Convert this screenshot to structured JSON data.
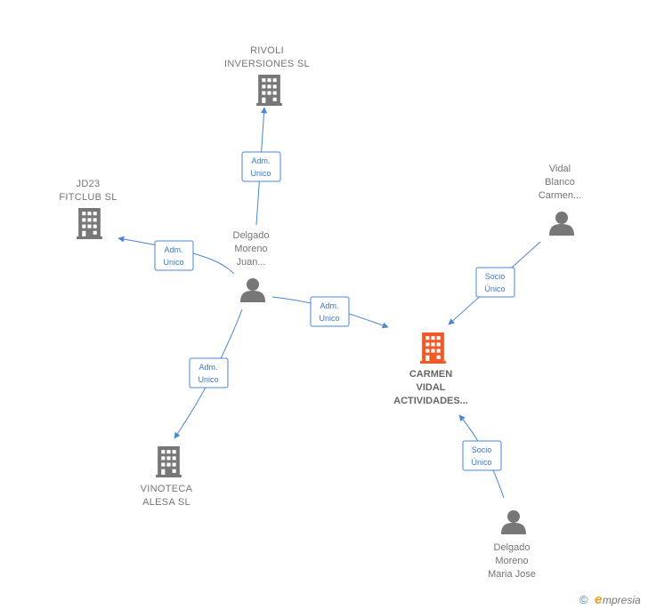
{
  "nodes": {
    "rivoli": {
      "type": "company",
      "lines": [
        "RIVOLI",
        "INVERSIONES SL"
      ]
    },
    "jd23": {
      "type": "company",
      "lines": [
        "JD23",
        "FITCLUB  SL"
      ]
    },
    "delgado_juan": {
      "type": "person",
      "lines": [
        "Delgado",
        "Moreno",
        "Juan..."
      ]
    },
    "vidal_blanco": {
      "type": "person",
      "lines": [
        "Vidal",
        "Blanco",
        "Carmen..."
      ]
    },
    "carmen_vidal": {
      "type": "company-focus",
      "lines": [
        "CARMEN",
        "VIDAL",
        "ACTIVIDADES..."
      ]
    },
    "vinoteca": {
      "type": "company",
      "lines": [
        "VINOTECA",
        "ALESA SL"
      ]
    },
    "delgado_maria": {
      "type": "person",
      "lines": [
        "Delgado",
        "Moreno",
        "Maria Jose"
      ]
    }
  },
  "edges": [
    {
      "id": "juan-rivoli",
      "lines": [
        "Adm.",
        "Unico"
      ]
    },
    {
      "id": "juan-jd23",
      "lines": [
        "Adm.",
        "Unico"
      ]
    },
    {
      "id": "juan-carmen",
      "lines": [
        "Adm.",
        "Unico"
      ]
    },
    {
      "id": "juan-vinoteca",
      "lines": [
        "Adm.",
        "Unico"
      ]
    },
    {
      "id": "vidal-carmen",
      "lines": [
        "Socio",
        "Único"
      ]
    },
    {
      "id": "maria-carmen",
      "lines": [
        "Socio",
        "Único"
      ]
    }
  ],
  "colors": {
    "edge": "#4a86d4",
    "company": "#777777",
    "focus_company": "#f05a28",
    "person": "#777777"
  },
  "footer": {
    "copyright_symbol": "©",
    "brand_initial": "e",
    "brand_rest": "mpresia"
  }
}
